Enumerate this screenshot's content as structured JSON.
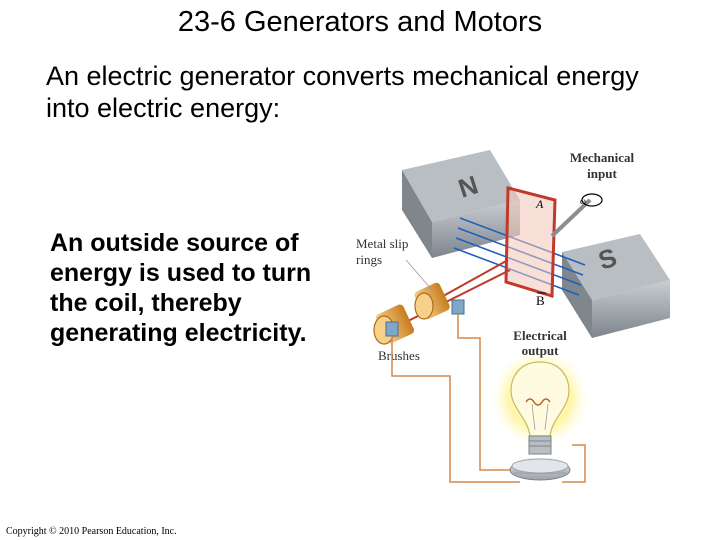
{
  "slide": {
    "title": "23-6 Generators and Motors",
    "intro": "An electric generator converts mechanical energy into electric energy:",
    "body_lines": [
      "An outside source of",
      "energy is used to turn",
      "the coil, thereby",
      "generating electricity."
    ],
    "copyright": "Copyright © 2010 Pearson Education, Inc."
  },
  "figure": {
    "labels": {
      "mechanical_line1": "Mechanical",
      "mechanical_line2": "input",
      "omega": "ω",
      "magnet_n": "N",
      "magnet_s": "S",
      "area": "A",
      "field": "B",
      "slip_line1": "Metal slip",
      "slip_line2": "rings",
      "brushes": "Brushes",
      "electrical_line1": "Electrical",
      "electrical_line2": "output"
    },
    "colors": {
      "magnet": "#9aa0a6",
      "coil": "#c0392b",
      "field_lines": "#1f5fbf",
      "slip_ring": "#e8a33c",
      "brush": "#7fa7c9",
      "bulb_glow": "#fff6a8",
      "wire": "#d48a4a"
    }
  }
}
